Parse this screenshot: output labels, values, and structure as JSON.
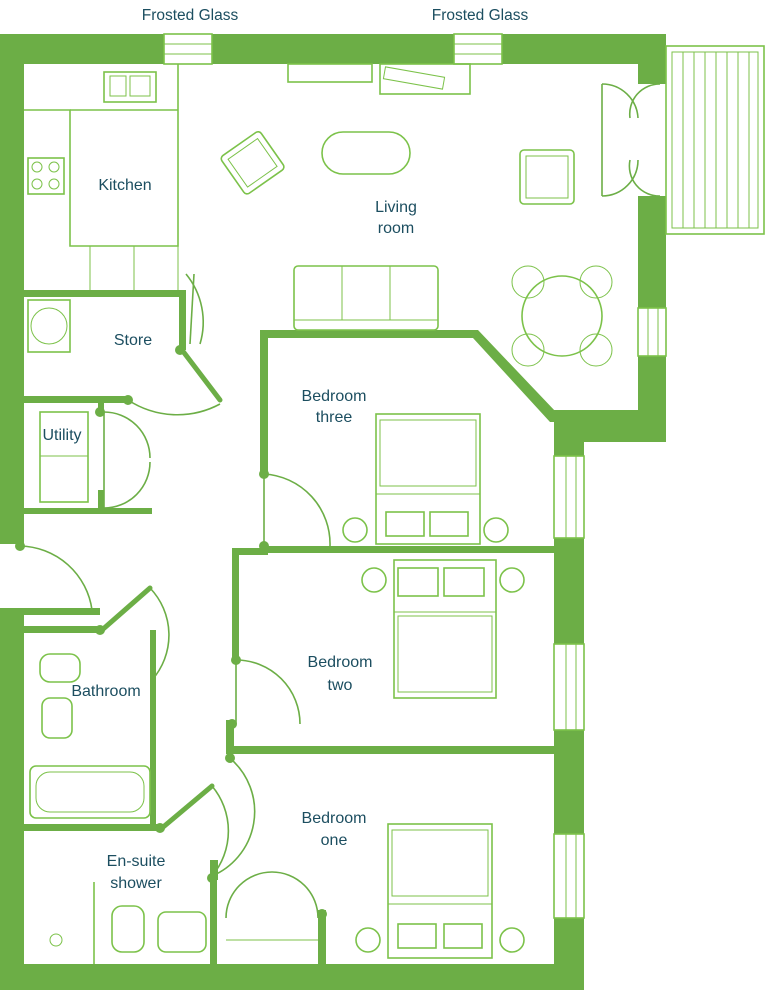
{
  "top_labels": {
    "left": "Frosted Glass",
    "right": "Frosted Glass"
  },
  "rooms": {
    "kitchen": "Kitchen",
    "living_line1": "Living",
    "living_line2": "room",
    "store": "Store",
    "utility": "Utility",
    "bedroom_three_line1": "Bedroom",
    "bedroom_three_line2": "three",
    "bedroom_two_line1": "Bedroom",
    "bedroom_two_line2": "two",
    "bathroom": "Bathroom",
    "bedroom_one_line1": "Bedroom",
    "bedroom_one_line2": "one",
    "ensuite_line1": "En-suite",
    "ensuite_line2": "shower"
  },
  "colors": {
    "wall": "#6cae46",
    "fixture": "#7cc24a",
    "label": "#1c4e60"
  }
}
